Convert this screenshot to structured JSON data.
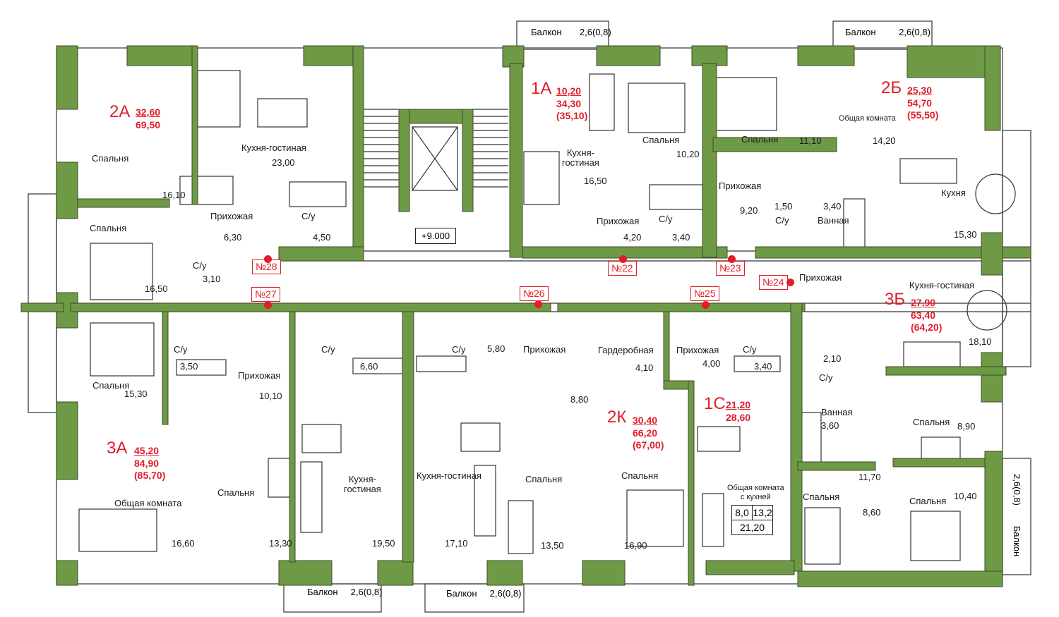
{
  "colors": {
    "wall": "#6e9a45",
    "wall_dark": "#3f4a2a",
    "accent": "#e11d2a",
    "line": "#333333"
  },
  "stair": {
    "level": "+9.000"
  },
  "balconies": [
    {
      "label": "Балкон",
      "size": "2,6(0,8)"
    },
    {
      "label": "Балкон",
      "size": "2,6(0,8)"
    },
    {
      "label": "Балкон",
      "size": "2,6(0,8)"
    },
    {
      "label": "Балкон",
      "size": "2,6(0,8)"
    },
    {
      "label": "Балкон",
      "size": "2,6(0,8)"
    }
  ],
  "apartment_numbers": [
    "№28",
    "№27",
    "№26",
    "№22",
    "№25",
    "№23",
    "№24"
  ],
  "units": [
    {
      "code": "2А",
      "living": "32,60",
      "total": "69,50",
      "total_b": ""
    },
    {
      "code": "1А",
      "living": "10,20",
      "total": "34,30",
      "total_b": "(35,10)"
    },
    {
      "code": "2Б",
      "living": "25,30",
      "total": "54,70",
      "total_b": "(55,50)"
    },
    {
      "code": "3Б",
      "living": "27,90",
      "total": "63,40",
      "total_b": "(64,20)"
    },
    {
      "code": "3А",
      "living": "45,20",
      "total": "84,90",
      "total_b": "(85,70)"
    },
    {
      "code": "2К",
      "living": "30,40",
      "total": "66,20",
      "total_b": "(67,00)"
    },
    {
      "code": "1С",
      "living": "21,20",
      "total": "28,60",
      "total_b": ""
    }
  ],
  "studio_grid": {
    "a": "8,0",
    "b": "13,2",
    "c": "21,20"
  },
  "rooms": [
    {
      "name": "Спальня",
      "area": ""
    },
    {
      "name": "Кухня-гостиная",
      "area": "23,00"
    },
    {
      "name": "Прихожая",
      "area": "6,30"
    },
    {
      "name": "С/у",
      "area": "4,50"
    },
    {
      "name": "Спальня",
      "area": "16,10"
    },
    {
      "name": "С/у",
      "area": "3,10"
    },
    {
      "name": "16,50",
      "area": ""
    },
    {
      "name": "Кухня-\nгостиная",
      "area": "16,50"
    },
    {
      "name": "Спальня",
      "area": "10,20"
    },
    {
      "name": "Прихожая",
      "area": "4,20"
    },
    {
      "name": "С/у",
      "area": "3,40"
    },
    {
      "name": "Спальня",
      "area": "11,10"
    },
    {
      "name": "Общая комната",
      "area": "14,20"
    },
    {
      "name": "Прихожая",
      "area": "9,20"
    },
    {
      "name": "С/у",
      "area": "1,50"
    },
    {
      "name": "Ванная",
      "area": "3,40"
    },
    {
      "name": "Кухня",
      "area": "15,30"
    },
    {
      "name": "Прихожая",
      "area": ""
    },
    {
      "name": "Кухня-гостиная",
      "area": "18,10"
    },
    {
      "name": "С/у",
      "area": "3,50"
    },
    {
      "name": "Спальня",
      "area": "15,30"
    },
    {
      "name": "Прихожая",
      "area": "10,10"
    },
    {
      "name": "С/у",
      "area": "6,60"
    },
    {
      "name": "С/у",
      "area": "5,80"
    },
    {
      "name": "Прихожая",
      "area": "8,80"
    },
    {
      "name": "Гардеробная",
      "area": "4,10"
    },
    {
      "name": "Прихожая",
      "area": "4,00"
    },
    {
      "name": "С/у",
      "area": "3,40"
    },
    {
      "name": "С/у",
      "area": "2,10"
    },
    {
      "name": "Ванная",
      "area": "3,60"
    },
    {
      "name": "Спальня",
      "area": "8,90"
    },
    {
      "name": "11,70",
      "area": ""
    },
    {
      "name": "Спальня",
      "area": "8,60"
    },
    {
      "name": "Спальня",
      "area": "10,40"
    },
    {
      "name": "Общая комната",
      "area": "16,60"
    },
    {
      "name": "Спальня",
      "area": "13,30"
    },
    {
      "name": "Кухня-\nгостиная",
      "area": "19,50"
    },
    {
      "name": "Кухня-гостиная",
      "area": "17,10"
    },
    {
      "name": "Спальня",
      "area": "13,50"
    },
    {
      "name": "Спальня",
      "area": "16,90"
    },
    {
      "name": "Общая комната\nс кухней",
      "area": ""
    }
  ]
}
